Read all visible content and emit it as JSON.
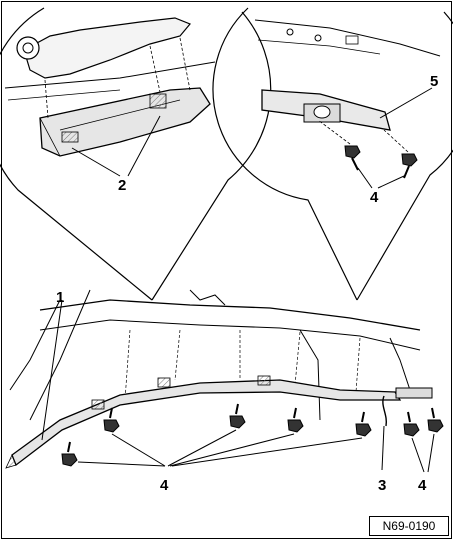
{
  "figure": {
    "reference_code": "N69-0190",
    "callouts": [
      {
        "id": "callout-1",
        "label": "1"
      },
      {
        "id": "callout-2",
        "label": "2"
      },
      {
        "id": "callout-3",
        "label": "3"
      },
      {
        "id": "callout-4-bottom",
        "label": "4"
      },
      {
        "id": "callout-4-bottom-right",
        "label": "4"
      },
      {
        "id": "callout-4-detail",
        "label": "4"
      },
      {
        "id": "callout-5",
        "label": "5"
      }
    ]
  }
}
